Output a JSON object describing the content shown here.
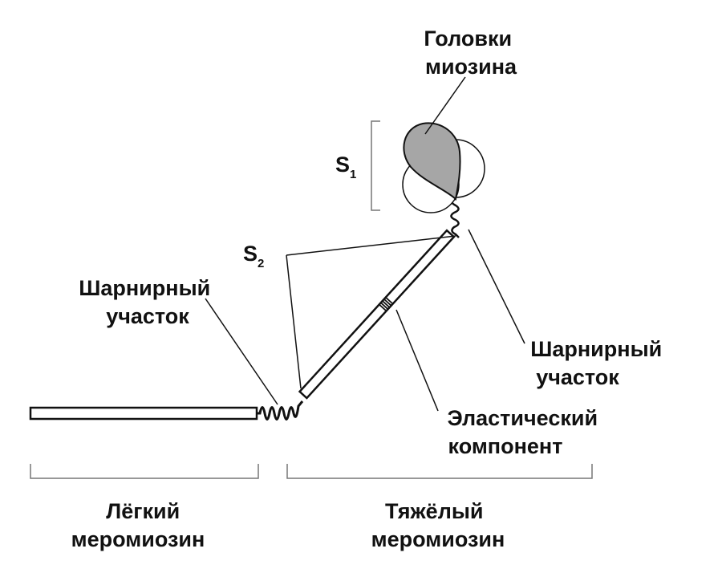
{
  "labels": {
    "myosin_heads": [
      "Головки",
      "миозина"
    ],
    "s1": {
      "main": "S",
      "sub": "1"
    },
    "s2": {
      "main": "S",
      "sub": "2"
    },
    "hinge_left": [
      "Шарнирный",
      "участок"
    ],
    "hinge_right": [
      "Шарнирный",
      "участок"
    ],
    "elastic_component": [
      "Эластический",
      "компонент"
    ],
    "light_meromyosin": [
      "Лёгкий",
      "меромиозин"
    ],
    "heavy_meromyosin": [
      "Тяжёлый",
      "меромиозин"
    ]
  },
  "colors": {
    "line": "#111111",
    "head_fill": "#a6a6a6",
    "bracket": "#777777"
  }
}
